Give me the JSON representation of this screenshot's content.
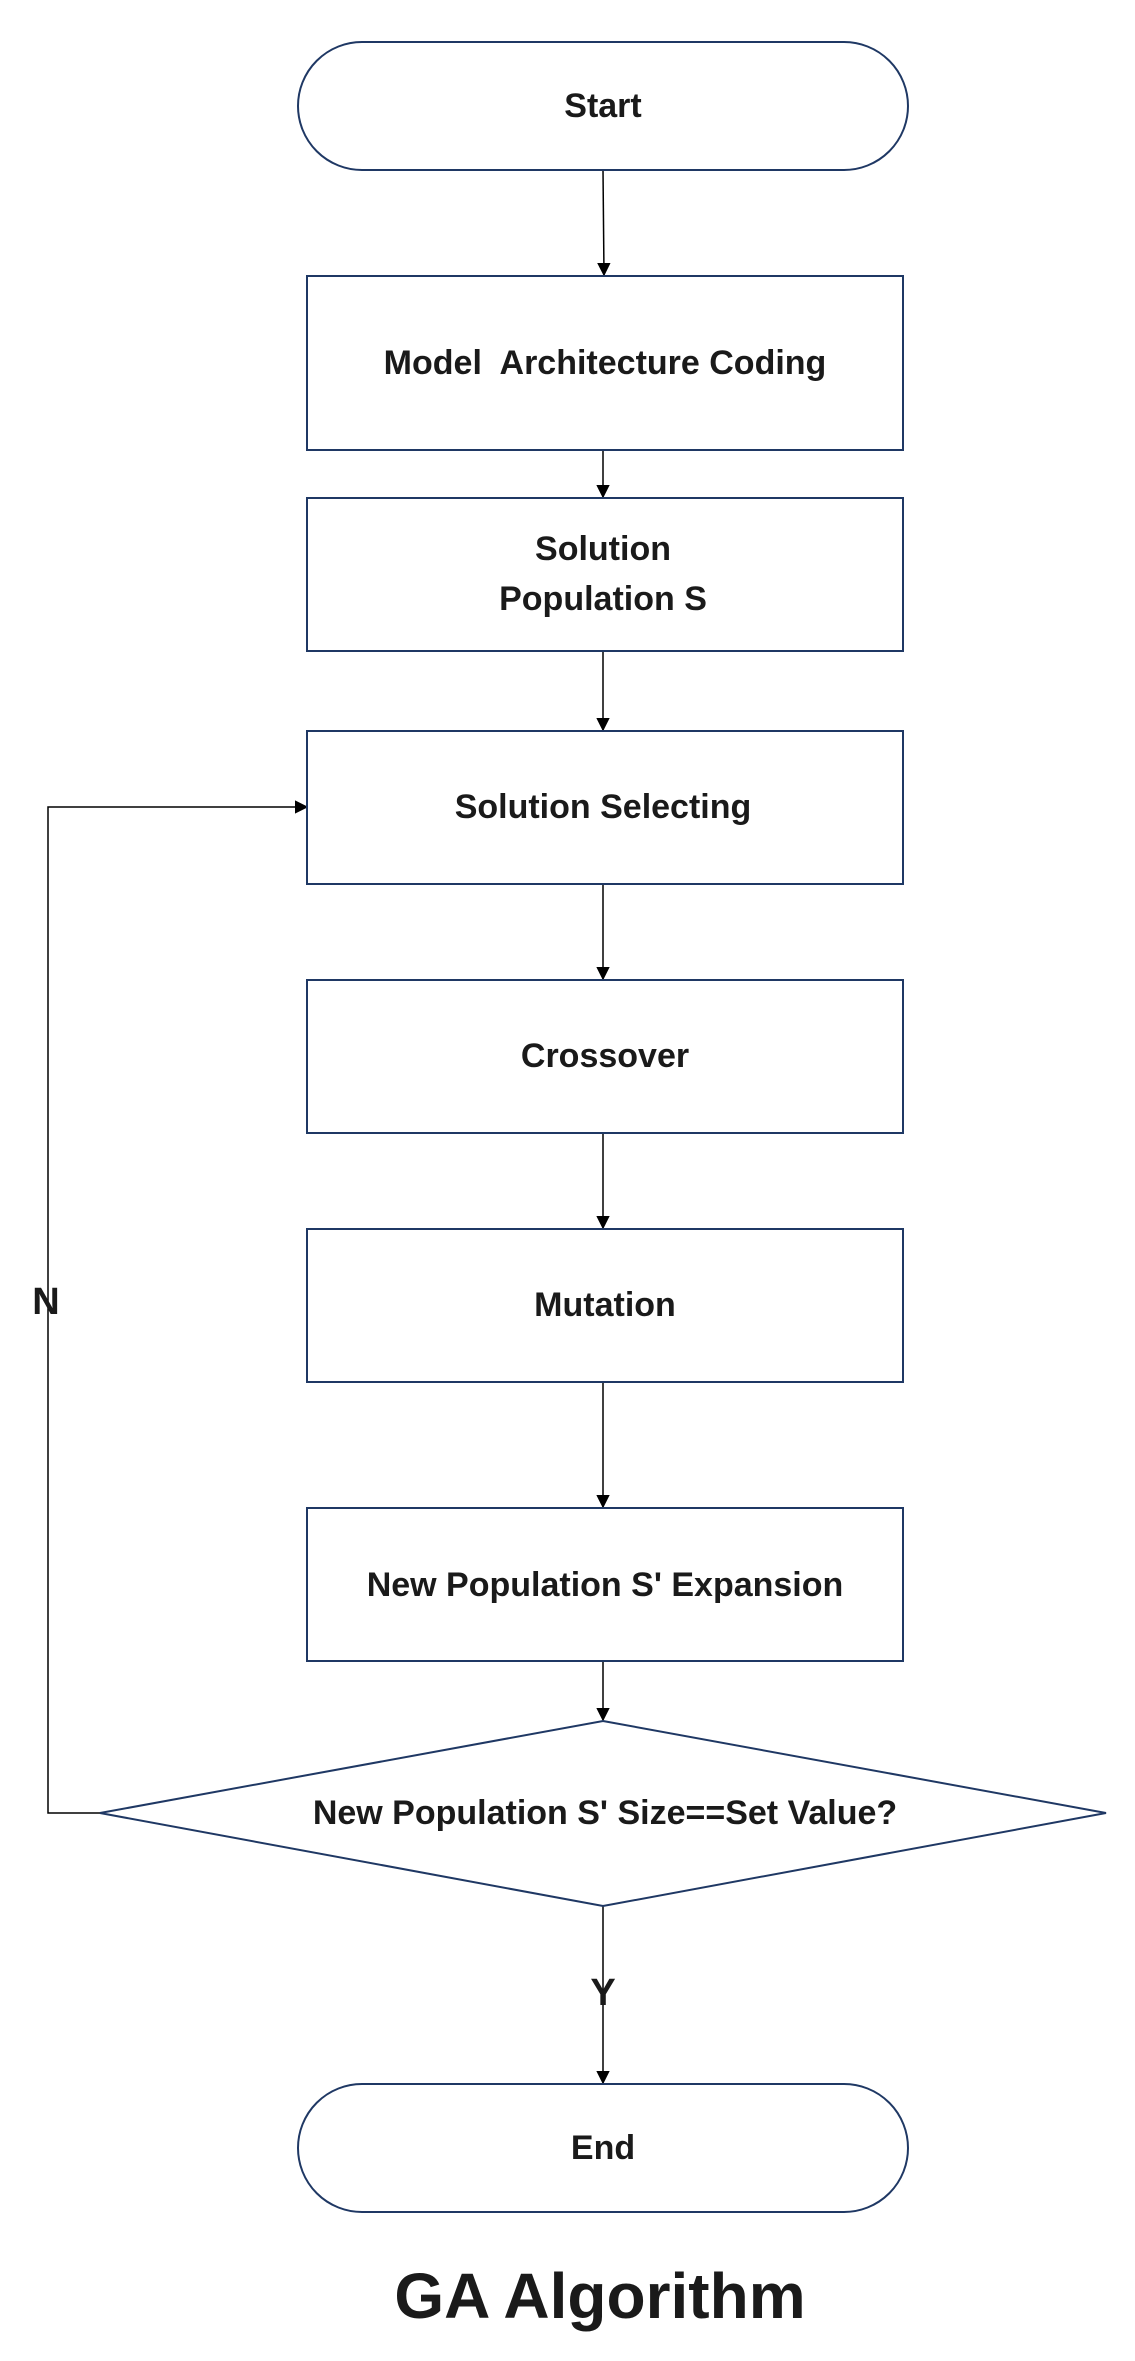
{
  "diagram": {
    "title": "GA Algorithm",
    "colors": {
      "node_border": "#1f3864",
      "edge": "#000000",
      "text": "#1a1a1a"
    },
    "nodes": {
      "start": {
        "shape": "terminator",
        "lines": [
          "Start"
        ]
      },
      "coding": {
        "shape": "process",
        "lines": [
          "Model  Architecture Coding"
        ]
      },
      "population": {
        "shape": "process",
        "lines": [
          "Solution",
          "Population S"
        ]
      },
      "selecting": {
        "shape": "process",
        "lines": [
          "Solution Selecting"
        ]
      },
      "crossover": {
        "shape": "process",
        "lines": [
          "Crossover"
        ]
      },
      "mutation": {
        "shape": "process",
        "lines": [
          "Mutation"
        ]
      },
      "expansion": {
        "shape": "process",
        "lines": [
          "New Population S' Expansion"
        ]
      },
      "decision": {
        "shape": "decision",
        "lines": [
          "New Population S' Size==Set Value?"
        ]
      },
      "end": {
        "shape": "terminator",
        "lines": [
          "End"
        ]
      }
    },
    "edges": {
      "no": {
        "from": "decision",
        "to": "selecting",
        "label": "N"
      },
      "yes": {
        "from": "decision",
        "to": "end",
        "label": "Y"
      }
    }
  }
}
